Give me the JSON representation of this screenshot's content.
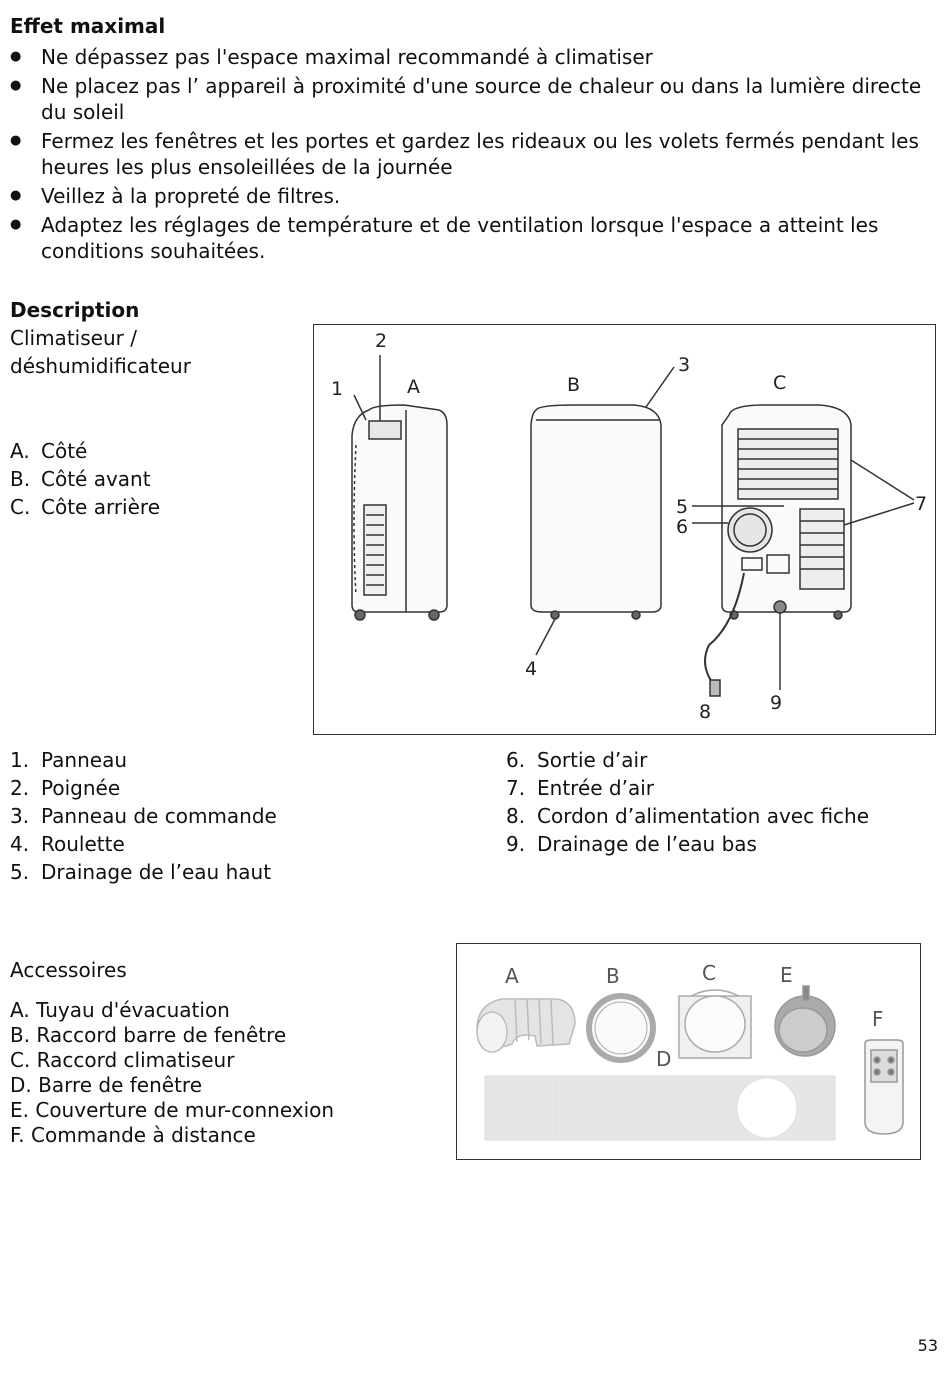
{
  "effect": {
    "heading": "Effet maximal",
    "bullets": [
      "Ne dépassez pas l'espace maximal recommandé à climatiser",
      "Ne placez pas l’ appareil à proximité d'une source de chaleur ou dans la lumière directe du soleil",
      "Fermez les fenêtres et les portes et gardez les rideaux ou les volets fermés pendant les heures les plus ensoleillées de la journée",
      "Veillez à la propreté de filtres.",
      "Adaptez les réglages de température et de ventilation lorsque l'espace a atteint les conditions souhaitées."
    ]
  },
  "description": {
    "heading": "Description",
    "subtitle_line1": "Climatiseur /",
    "subtitle_line2": "déshumidificateur",
    "views": [
      {
        "letter": "A.",
        "text": "Côté"
      },
      {
        "letter": "B.",
        "text": "Côté avant"
      },
      {
        "letter": "C.",
        "text": "Côte arrière"
      }
    ],
    "figure_labels": {
      "view_a": "A",
      "view_b": "B",
      "view_c": "C",
      "n1": "1",
      "n2": "2",
      "n3": "3",
      "n4": "4",
      "n5": "5",
      "n6": "6",
      "n7": "7",
      "n8": "8",
      "n9": "9"
    },
    "parts_left": [
      {
        "num": "1.",
        "text": "Panneau"
      },
      {
        "num": "2.",
        "text": "Poignée"
      },
      {
        "num": "3.",
        "text": "Panneau de commande"
      },
      {
        "num": "4.",
        "text": "Roulette"
      },
      {
        "num": "5.",
        "text": "Drainage de l’eau haut"
      }
    ],
    "parts_right": [
      {
        "num": "6.",
        "text": "Sortie d’air"
      },
      {
        "num": "7.",
        "text": "Entrée d’air"
      },
      {
        "num": "8.",
        "text": "Cordon d’alimentation avec fiche"
      },
      {
        "num": "9.",
        "text": "Drainage de l’eau bas"
      }
    ]
  },
  "accessories": {
    "heading": "Accessoires",
    "items": [
      "A. Tuyau d'évacuation",
      "B. Raccord barre de fenêtre",
      "C. Raccord climatiseur",
      "D. Barre de fenêtre",
      "E. Couverture de mur-connexion",
      "F. Commande à distance"
    ],
    "figure_labels": {
      "a": "A",
      "b": "B",
      "c": "C",
      "d": "D",
      "e": "E",
      "f": "F"
    }
  },
  "page_number": "53"
}
